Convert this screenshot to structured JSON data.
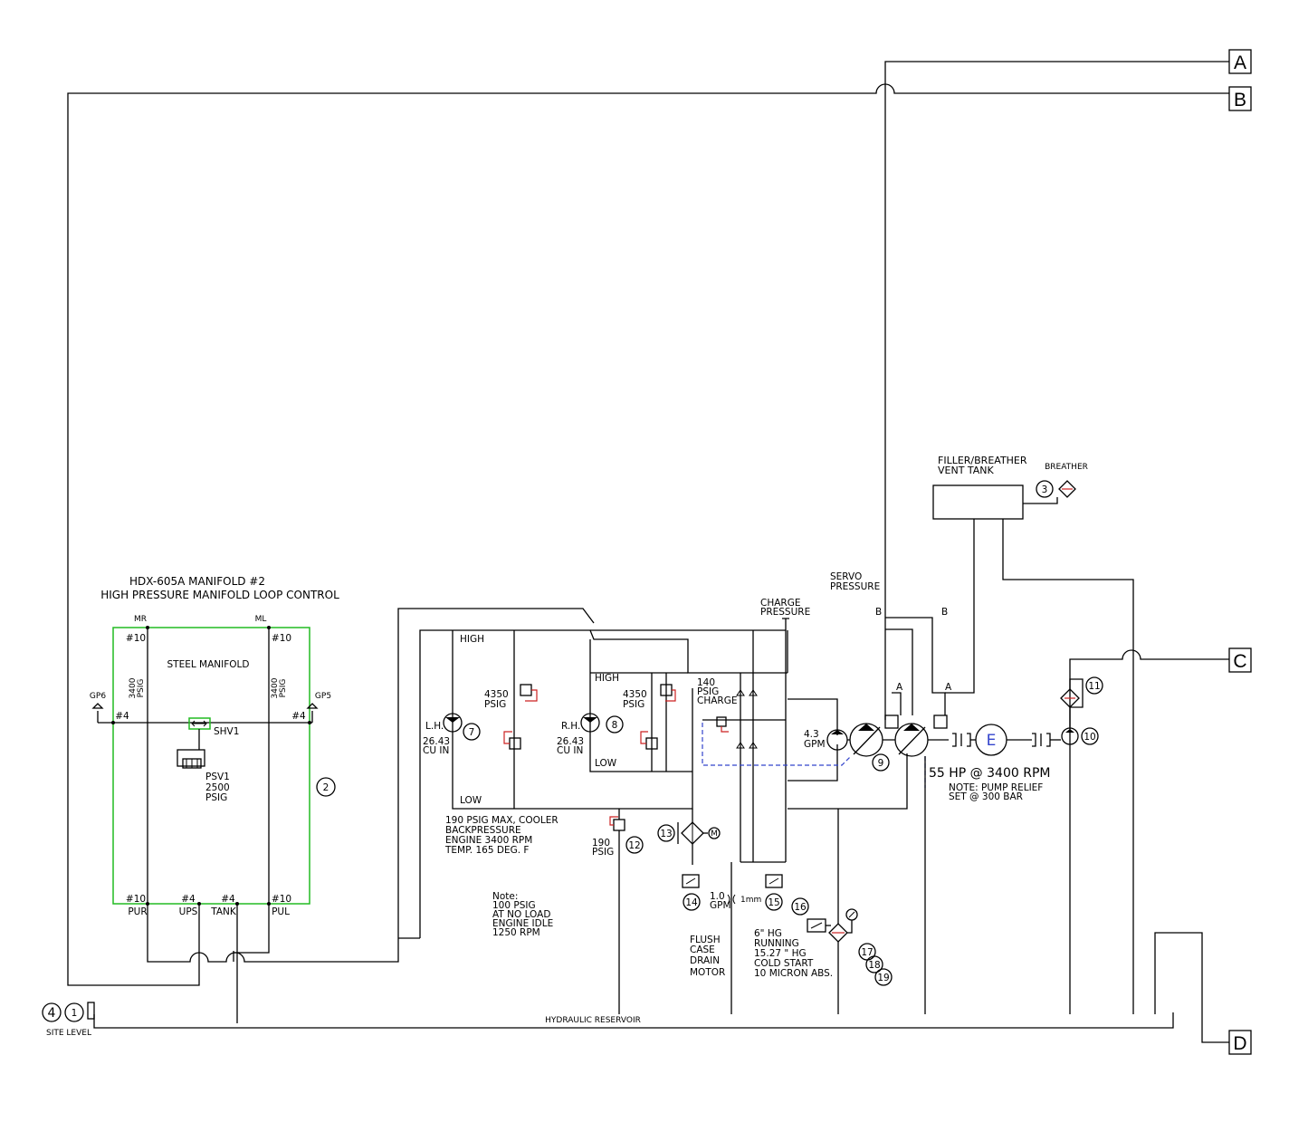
{
  "connectors": [
    "A",
    "B",
    "C",
    "D"
  ],
  "manifold": {
    "title_line1": "HDX-605A MANIFOLD #2",
    "title_line2": "HIGH PRESSURE MANIFOLD LOOP CONTROL",
    "body_label": "STEEL MANIFOLD",
    "ports_top": [
      "MR",
      "ML"
    ],
    "port_size_10": "#10",
    "port_size_4": "#4",
    "side_psig": "3400\nPSIG",
    "gauge_left": "GP6",
    "gauge_right": "GP5",
    "valve_label": "SHV1",
    "psv_label": "PSV1",
    "psv_pressure": "2500",
    "psv_unit": "PSIG",
    "bottom_ports": [
      "PUR",
      "UPS",
      "TANK",
      "PUL"
    ],
    "callout": "2"
  },
  "motors": {
    "lh_label": "L.H.",
    "lh_disp": "26.43",
    "lh_unit": "CU IN",
    "lh_callout": "7",
    "rh_label": "R.H.",
    "rh_disp": "26.43",
    "rh_unit": "CU IN",
    "rh_callout": "8",
    "high": "HIGH",
    "low": "LOW",
    "relief": "4350",
    "relief_unit": "PSIG"
  },
  "charge": {
    "charge_pressure": "CHARGE\nPRESSURE",
    "charge_relief": "140",
    "charge_relief_unit": "PSIG",
    "charge_relief_word": "CHARGE",
    "servo": "SERVO\nPRESSURE",
    "port_b": "B",
    "port_a": "A"
  },
  "pump": {
    "flow": "4.3",
    "flow_unit": "GPM",
    "callout": "9",
    "engine": "E",
    "power": "55 HP @ 3400 RPM",
    "note_line1": "NOTE: PUMP RELIEF",
    "note_line2": "SET @ 300 BAR",
    "aux_callout": "10",
    "filter_callout": "11"
  },
  "tank": {
    "label_line1": "FILLER/BREATHER",
    "label_line2": "VENT TANK",
    "callout": "3",
    "breather": "BREATHER"
  },
  "cooler": {
    "note_line1": "190 PSIG MAX, COOLER",
    "note_line2": "BACKPRESSURE",
    "note_line3": "ENGINE 3400 RPM",
    "note_line4": "TEMP. 165 DEG. F",
    "relief": "190",
    "relief_unit": "PSIG",
    "relief_callout": "12",
    "cooler_callout": "13",
    "motor_symbol": "M"
  },
  "idle_note": {
    "line1": "Note:",
    "line2": "100 PSIG",
    "line3": "AT NO LOAD",
    "line4": "ENGINE IDLE",
    "line5": "1250 RPM"
  },
  "drain": {
    "callout14": "14",
    "callout15": "15",
    "flow": "1.0",
    "flow_unit": "GPM",
    "orifice": "1mm",
    "flush_line1": "FLUSH",
    "flush_line2": "CASE",
    "flush_line3": "DRAIN",
    "flush_line4": "MOTOR"
  },
  "suction": {
    "callout16": "16",
    "callout17": "17",
    "callout18": "18",
    "callout19": "19",
    "line1": "6\" HG",
    "line2": "RUNNING",
    "line3": "15.27 \" HG",
    "line4": "COLD START",
    "line5": "10 MICRON ABS."
  },
  "reservoir": {
    "label": "HYDRAULIC RESERVOIR",
    "site_level": "SITE LEVEL",
    "callout4": "4",
    "callout1": "1"
  },
  "colors": {
    "line": "#000000",
    "manifold_outline": "#22bb22",
    "relief_spring": "#cc2222",
    "pilot_line": "#3344cc",
    "engine_letter": "#3344cc"
  }
}
